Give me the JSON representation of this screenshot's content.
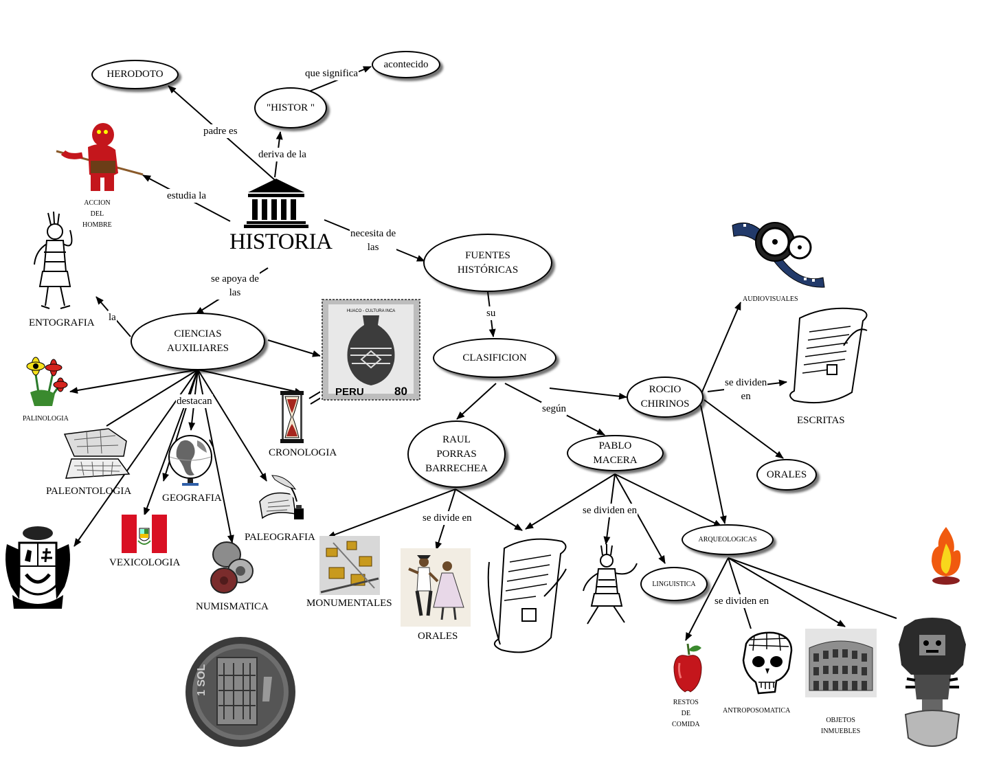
{
  "central": {
    "title": "HISTORIA"
  },
  "nodes": {
    "herodoto": "HERODOTO",
    "histor": "\"HISTOR \"",
    "acontecido": "acontecido",
    "fuentes": "FUENTES\nHISTÓRICAS",
    "ciencias": "CIENCIAS\nAUXILIARES",
    "clasificion": "CLASIFICION",
    "rocio": "ROCIO\nCHIRINOS",
    "raul": "RAUL\nPORRAS\nBARRECHEA",
    "pablo": "PABLO\nMACERA",
    "orales_rocio": "ORALES",
    "arqueologicas": "ARQUEOLOGICAS",
    "linguistica": "LINGUISTICA"
  },
  "link_labels": {
    "padre_es": "padre es",
    "deriva": "deriva  de la",
    "que_significa": "que significa",
    "estudia": "estudia la",
    "necesita": "necesita de\nlas",
    "se_apoya": "se apoya de\nlas",
    "la": "la",
    "su": "su",
    "destacan": "destacan",
    "segun": "según",
    "se_dividen_rocio": "se dividen\nen",
    "se_divide_raul": "se divide en",
    "se_dividen_pablo": "se dividen en",
    "se_dividen_arq": "se dividen en"
  },
  "captions": {
    "accion": "ACCION\nDEL\nHOMBRE",
    "entografia": "ENTOGRAFIA",
    "palinologia": "PALINOLOGIA",
    "paleontologia": "PALEONTOLOGIA",
    "geografia": "GEOGRAFIA",
    "vexicologia": "VEXICOLOGIA",
    "numismatica": "NUMISMATICA",
    "paleografia": "PALEOGRAFIA",
    "cronologia": "CRONOLOGIA",
    "audiovisuales": "AUDIOVISUALES",
    "escritas": "ESCRITAS",
    "monumentales": "MONUMENTALES",
    "orales_raul": "ORALES",
    "restos": "RESTOS\nDE\nCOMIDA",
    "antroposomatica": "ANTROPOSOMATICA",
    "objetos": "OBJETOS\nINMUEBLES"
  },
  "stamp": {
    "header": "HUACO - CULTURA INCA",
    "country": "PERU",
    "value": "80"
  },
  "coin": {
    "value": "1 SOL"
  },
  "icons": [
    "museum-icon",
    "caveman-icon",
    "native-dancer-icon",
    "flowers-icon",
    "fossil-icon",
    "globe-icon",
    "peru-flag-icon",
    "coat-of-arms-icon",
    "coins-icon",
    "sol-coin-icon",
    "quill-ink-icon",
    "hourglass-icon",
    "stamp-icon",
    "film-reel-icon",
    "scroll-icon",
    "monuments-icon",
    "dancers-icon",
    "apple-icon",
    "skull-icon",
    "colosseum-icon",
    "tumi-icon",
    "flame-icon"
  ]
}
